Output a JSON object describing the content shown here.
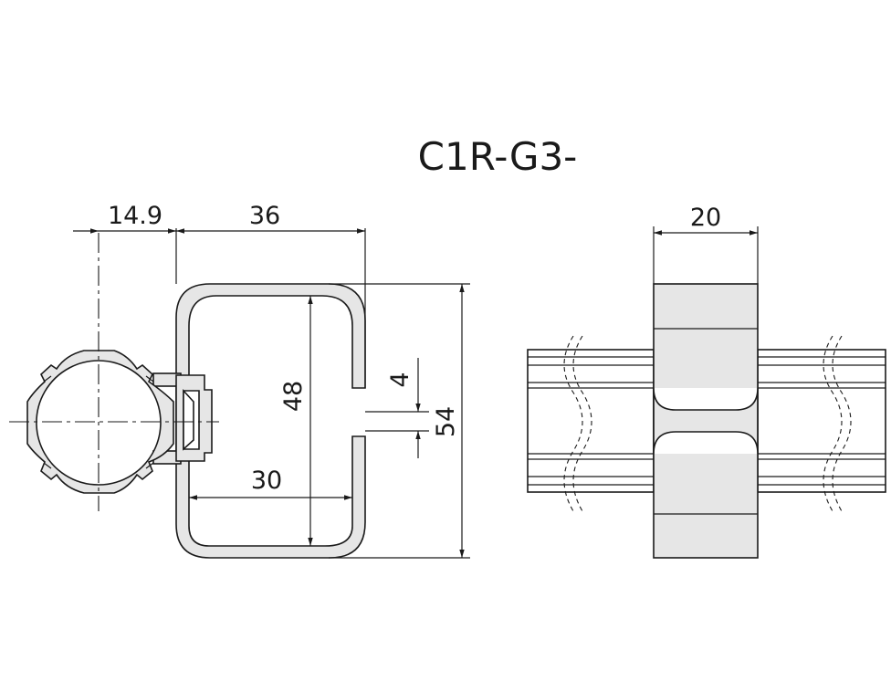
{
  "drawing": {
    "title": "C1R-G3-",
    "dimensions": {
      "pipe_offset": "14.9",
      "outer_width": "36",
      "inner_height": "48",
      "gap": "4",
      "outer_height": "54",
      "inner_width": "30",
      "side_width": "20"
    }
  }
}
